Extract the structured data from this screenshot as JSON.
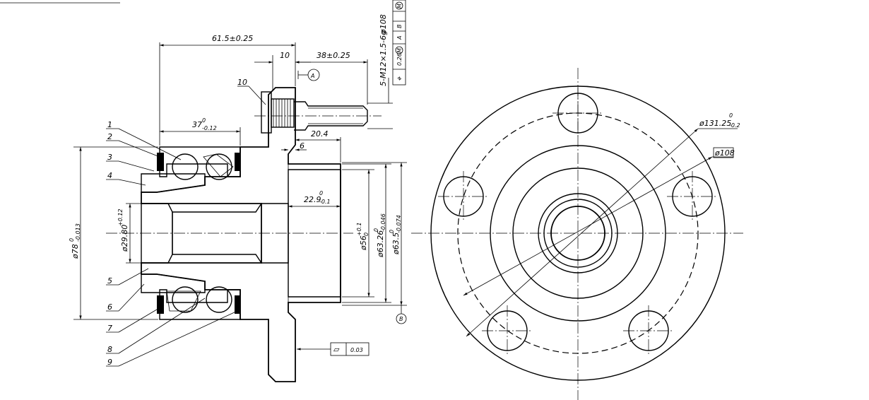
{
  "dimensions": {
    "overall_length": "61.5±0.25",
    "flange_thickness": "10",
    "stud_length": "38±0.25",
    "bearing_width": "37",
    "bearing_width_tol": "-0.12",
    "tol_zero": "0",
    "pilot_length": "20.4",
    "step": "6",
    "bore_depth": "22.9",
    "bore_depth_tol": "-0.1",
    "outer_dia": "ø78",
    "outer_dia_tol": "-0.013",
    "bore_dia": "ø29.80",
    "bore_dia_tol": "+0.12",
    "pilot_dia": "ø56",
    "pilot_dia_tol": "+0.1",
    "register_dia": "ø63.26",
    "register_dia_tol": "-0.046",
    "register_dia2": "ø63.5",
    "register_dia2_tol": "-0.074",
    "pcd": "ø131.25",
    "pcd_tol": "-0.2",
    "bolt_circle": "ø108",
    "studs": "5-M12×1.5-6g",
    "stud_pcd": "ø108"
  },
  "gdt": {
    "position_symbol": "⌖",
    "position_value": "0.26",
    "modifier": "M",
    "datum_a": "A",
    "datum_b": "B",
    "flatness_symbol": "▱",
    "flatness_value": "0.03"
  },
  "datums": {
    "a": "A",
    "b": "B"
  },
  "balloons": [
    "1",
    "2",
    "3",
    "4",
    "5",
    "6",
    "7",
    "8",
    "9",
    "10"
  ]
}
